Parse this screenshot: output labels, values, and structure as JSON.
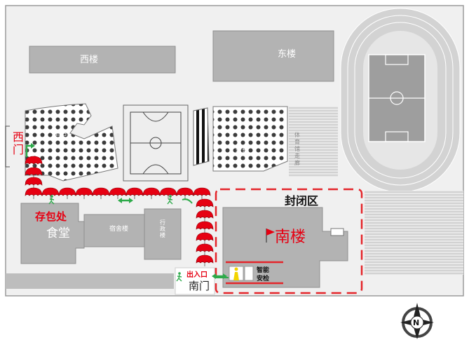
{
  "labels": {
    "west_building": "西楼",
    "east_building": "东楼",
    "west_gate": "西门",
    "bag_storage": "存包处",
    "cafeteria": "食堂",
    "dormitory": "宿舍楼",
    "admin_building": "行政楼",
    "closed_area": "封闭区",
    "south_building": "南楼",
    "entrance": "出入口",
    "south_gate": "南门",
    "smart_check": "智能\n安检",
    "stand_left": "看台",
    "stand_right": "看台",
    "gym_corridor": "体育馆走廊",
    "north": "N"
  },
  "colors": {
    "building": "#b3b3b3",
    "building_border": "#8f8f8f",
    "campus_bg": "#f0f0f0",
    "red": "#e60012",
    "dash_red": "#e4252a",
    "arrow_green": "#2daa4a",
    "track": "#cfcfcf",
    "field": "#aeaeae"
  },
  "icons": [
    "umbrella-icon",
    "walking-person-icon",
    "green-arrow-icon",
    "red-flag-icon",
    "security-gate-icon",
    "north-compass-icon"
  ]
}
